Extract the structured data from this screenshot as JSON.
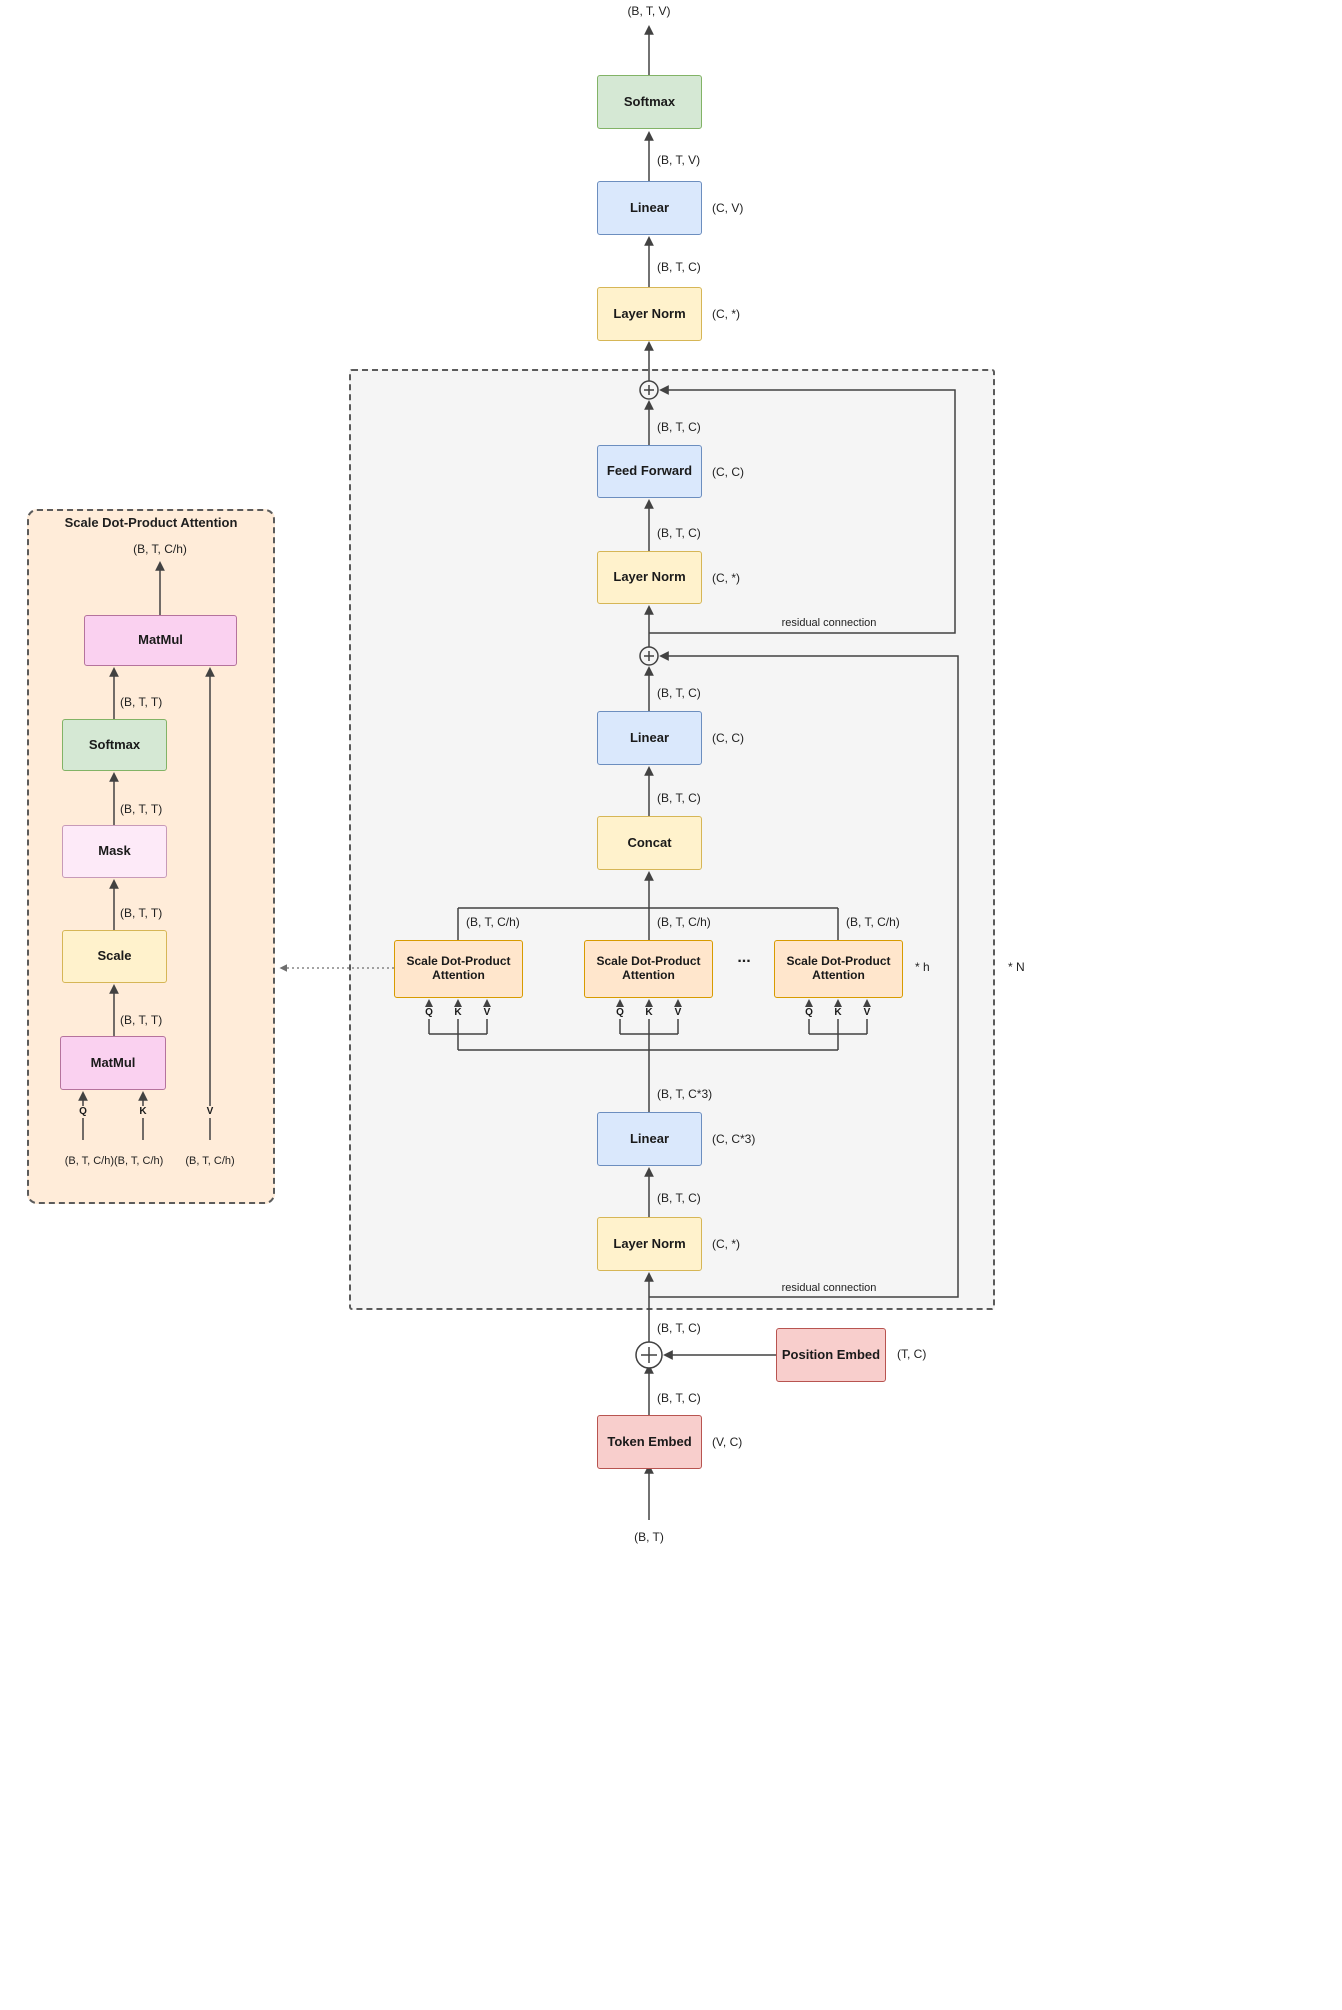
{
  "palette": {
    "block_green": "#d5e8d4",
    "block_blue": "#dae8fc",
    "block_yellow": "#fff2cc",
    "block_orange": "#ffe6cc",
    "block_red": "#f8cecc",
    "block_pink": "#fad1f0",
    "block_pale_pink": "#fdeaf8",
    "container_gray": "#f5f5f5",
    "container_tan": "#ffecd9",
    "wire": "#424242"
  },
  "blocks": {
    "softmax": "Softmax",
    "linear": "Linear",
    "layer_norm": "Layer Norm",
    "feed_forward": "Feed Forward",
    "concat": "Concat",
    "sdpa": "Scale Dot-Product Attention",
    "token_embed": "Token Embed",
    "position_embed": "Position Embed"
  },
  "detail": {
    "title": "Scale Dot-Product Attention",
    "matmul": "MatMul",
    "softmax": "Softmax",
    "mask": "Mask",
    "scale": "Scale"
  },
  "dims": {
    "btv": "(B, T, V)",
    "btc": "(B, T, C)",
    "btc3": "(B, T, C*3)",
    "btch": "(B, T, C/h)",
    "btch_double": "(B, T, C/h)(B, T, C/h)",
    "btt": "(B, T, T)",
    "bt": "(B, T)",
    "cv": "(C, V)",
    "c_star": "(C, *)",
    "cc": "(C, C)",
    "cc3": "(C, C*3)",
    "tc": "(T, C)",
    "vc": "(V, C)"
  },
  "annotations": {
    "residual": "residual connection",
    "ellipsis": "...",
    "h_multiplier": "* h",
    "n_multiplier": "* N",
    "q": "Q",
    "k": "K",
    "v": "V"
  }
}
